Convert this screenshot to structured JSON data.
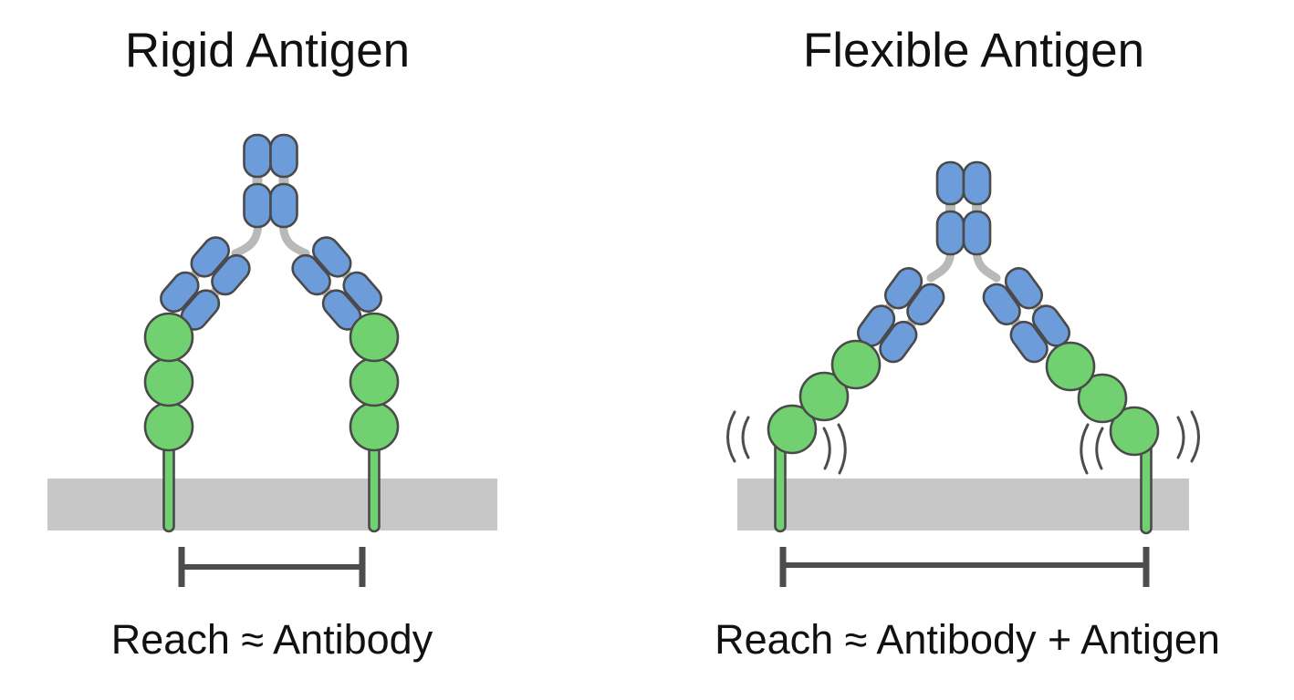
{
  "figure": {
    "panels": [
      {
        "id": "rigid",
        "title": "Rigid Antigen",
        "reach_label": "Reach ≈ Antibody",
        "antigen_domains_per_chain": 3,
        "antigen_chains": 2,
        "antigen_orientation": "vertical",
        "motion_marks": false
      },
      {
        "id": "flexible",
        "title": "Flexible Antigen",
        "reach_label": "Reach ≈ Antibody + Antigen",
        "antigen_domains_per_chain": 3,
        "antigen_chains": 2,
        "antigen_orientation": "diagonal",
        "motion_marks": true
      }
    ]
  },
  "colors": {
    "antibody_blue": "#6C9CD9",
    "antigen_green": "#71D171",
    "outline_dark": "#4A4A4A",
    "membrane_gray": "#C7C7C7",
    "hinge_gray": "#B9B9B9",
    "measure_bar": "#4D4D4D",
    "text_black": "#111111",
    "background": "#FFFFFF"
  }
}
